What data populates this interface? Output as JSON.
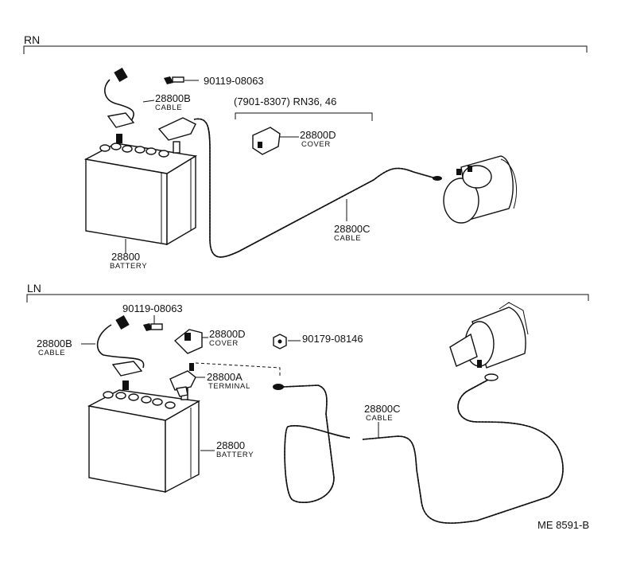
{
  "sections": {
    "rn": {
      "title": "RN",
      "range_note": "(7901-8307) RN36, 46",
      "parts": {
        "bolt": "90119-08063",
        "cable_b": "28800B",
        "cable_b_desc": "CABLE",
        "cover_d": "28800D",
        "cover_d_desc": "COVER",
        "cable_c": "28800C",
        "cable_c_desc": "CABLE",
        "battery": "28800",
        "battery_desc": "BATTERY"
      }
    },
    "ln": {
      "title": "LN",
      "parts": {
        "bolt": "90119-08063",
        "cable_b": "28800B",
        "cable_b_desc": "CABLE",
        "cover_d": "28800D",
        "cover_d_desc": "COVER",
        "nut": "90179-08146",
        "terminal_a": "28800A",
        "terminal_a_desc": "TERMINAL",
        "cable_c": "28800C",
        "cable_c_desc": "CABLE",
        "battery": "28800",
        "battery_desc": "BATTERY"
      }
    }
  },
  "figure_code": "ME 8591-B"
}
